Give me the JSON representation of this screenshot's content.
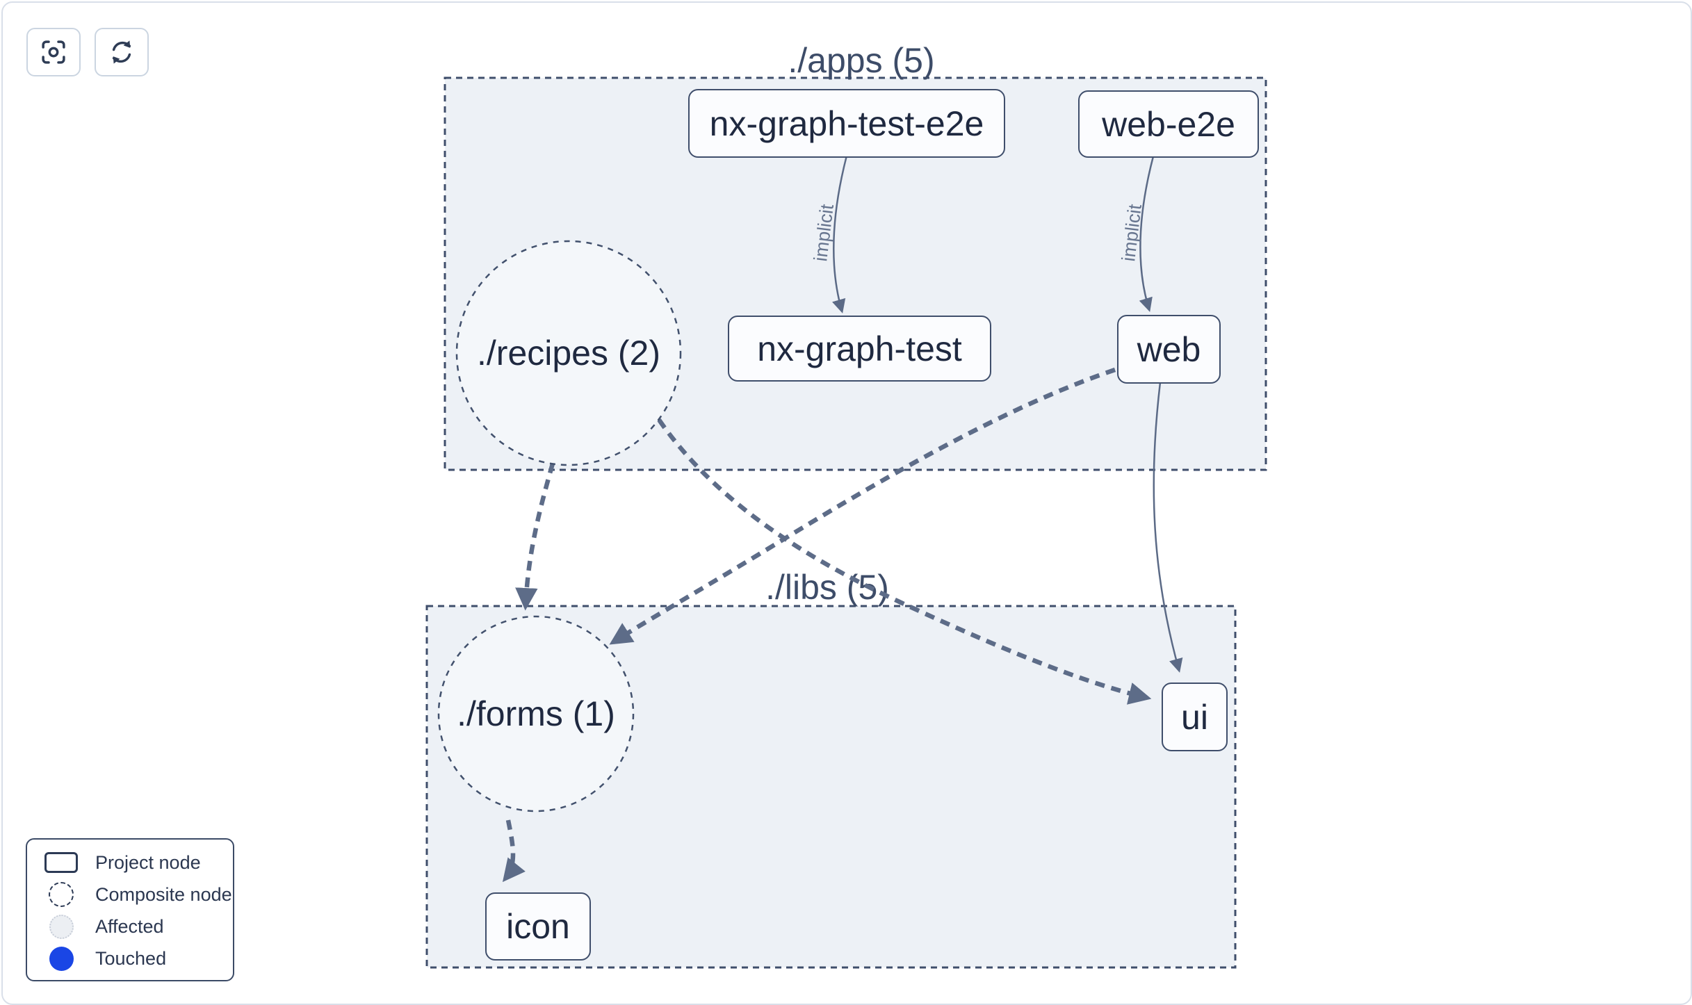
{
  "toolbar": {
    "buttons": [
      {
        "name": "focus-button",
        "icon": "focus-icon"
      },
      {
        "name": "refresh-button",
        "icon": "refresh-icon"
      }
    ]
  },
  "groups": {
    "apps": {
      "label": "./apps (5)"
    },
    "libs": {
      "label": "./libs (5)"
    }
  },
  "nodes": {
    "nx_graph_test_e2e": {
      "label": "nx-graph-test-e2e",
      "type": "project"
    },
    "web_e2e": {
      "label": "web-e2e",
      "type": "project"
    },
    "nx_graph_test": {
      "label": "nx-graph-test",
      "type": "project"
    },
    "web": {
      "label": "web",
      "type": "project"
    },
    "ui": {
      "label": "ui",
      "type": "project"
    },
    "icon": {
      "label": "icon",
      "type": "project"
    },
    "recipes": {
      "label": "./recipes (2)",
      "type": "composite"
    },
    "forms": {
      "label": "./forms (1)",
      "type": "composite"
    }
  },
  "edges": {
    "implicit_label": "implicit",
    "list": [
      {
        "from": "nx-graph-test-e2e",
        "to": "nx-graph-test",
        "label": "implicit",
        "style": "solid"
      },
      {
        "from": "web-e2e",
        "to": "web",
        "label": "implicit",
        "style": "solid"
      },
      {
        "from": "./recipes (2)",
        "to": "./forms (1)",
        "style": "dashed"
      },
      {
        "from": "./recipes (2)",
        "to": "ui",
        "style": "dashed"
      },
      {
        "from": "web",
        "to": "./forms (1)",
        "style": "dashed"
      },
      {
        "from": "web",
        "to": "ui",
        "style": "solid"
      },
      {
        "from": "./forms (1)",
        "to": "icon",
        "style": "dashed"
      }
    ]
  },
  "legend": {
    "items": [
      {
        "label": "Project node",
        "swatch": "project-node-swatch"
      },
      {
        "label": "Composite node",
        "swatch": "composite-node-swatch"
      },
      {
        "label": "Affected",
        "swatch": "affected-swatch"
      },
      {
        "label": "Touched",
        "swatch": "touched-swatch"
      }
    ]
  },
  "colors": {
    "group_fill": "#edf1f6",
    "stroke_dark": "#3f4e6b",
    "edge": "#5d6c88",
    "node_text": "#1f2940",
    "touched_blue": "#1a46e5",
    "affected_fill": "#eceff3"
  }
}
